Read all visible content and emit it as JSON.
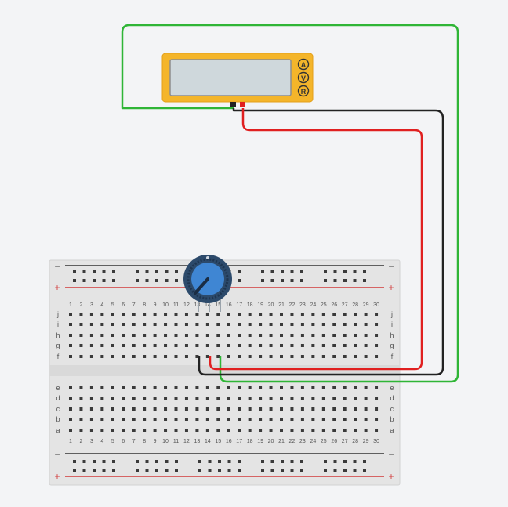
{
  "multimeter": {
    "mode_buttons": [
      "A",
      "V",
      "R"
    ],
    "display_value": ""
  },
  "breadboard": {
    "columns": [
      "1",
      "2",
      "3",
      "4",
      "5",
      "6",
      "7",
      "8",
      "9",
      "10",
      "11",
      "12",
      "13",
      "14",
      "15",
      "16",
      "17",
      "18",
      "19",
      "20",
      "21",
      "22",
      "23",
      "24",
      "25",
      "26",
      "27",
      "28",
      "29",
      "30"
    ],
    "rows_top": [
      "j",
      "i",
      "h",
      "g",
      "f"
    ],
    "rows_bottom": [
      "e",
      "d",
      "c",
      "b",
      "a"
    ],
    "rail_minus": "−",
    "rail_plus": "+"
  },
  "colors": {
    "background": "#f3f4f6",
    "multimeter_body": "#f4b52a",
    "multimeter_screen": "#cfd8dc",
    "breadboard": "#e4e4e4",
    "wire_green": "#2fb536",
    "wire_red": "#e02020",
    "wire_black": "#222222",
    "rail_red": "#d23a3a",
    "rail_black": "#333333",
    "pot_body": "#2c4a6b",
    "pot_knob": "#3f86d3"
  }
}
